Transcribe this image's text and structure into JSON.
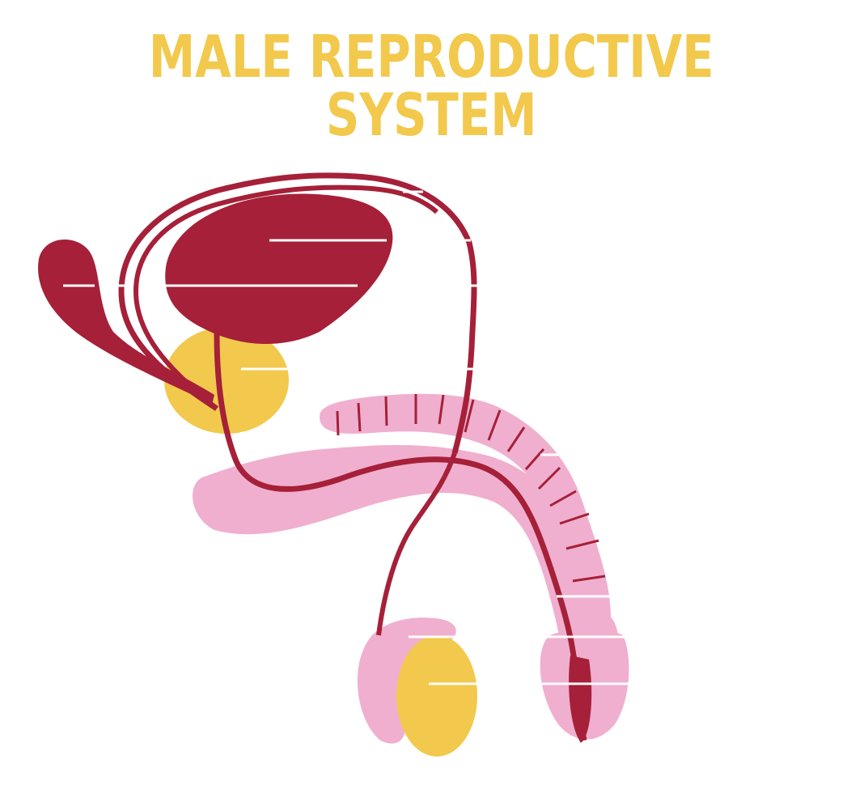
{
  "title": "MALE REPRODUCTIVE SYSTEM",
  "colors": {
    "title": "#f2c94c",
    "crimson": "#a52038",
    "pink": "#f0afcf",
    "yellow": "#f2c94c",
    "line": "#ffffff"
  },
  "labels": [
    {
      "name": "label-line-seminal-vesicle"
    },
    {
      "name": "label-line-bladder"
    },
    {
      "name": "label-line-vas-deferens"
    },
    {
      "name": "label-line-ureter"
    },
    {
      "name": "label-line-prostate"
    },
    {
      "name": "label-line-urethra"
    },
    {
      "name": "label-line-penis"
    },
    {
      "name": "label-line-epididymis"
    },
    {
      "name": "label-line-testis"
    },
    {
      "name": "label-line-glans"
    },
    {
      "name": "label-line-foreskin"
    }
  ]
}
